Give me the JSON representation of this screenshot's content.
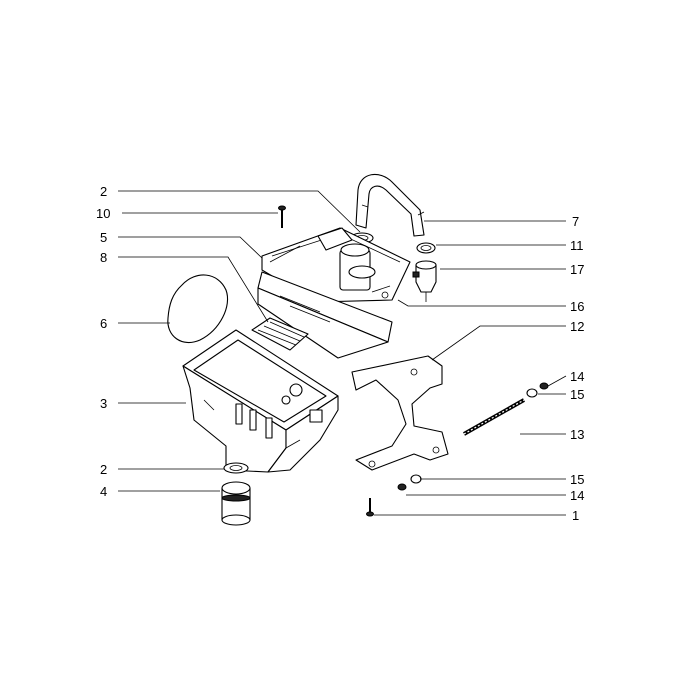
{
  "callouts": {
    "left": [
      "2",
      "10",
      "5",
      "8",
      "6",
      "3",
      "2",
      "4"
    ],
    "right": [
      "7",
      "11",
      "17",
      "16",
      "12",
      "14",
      "15",
      "13",
      "15",
      "14",
      "1"
    ]
  }
}
